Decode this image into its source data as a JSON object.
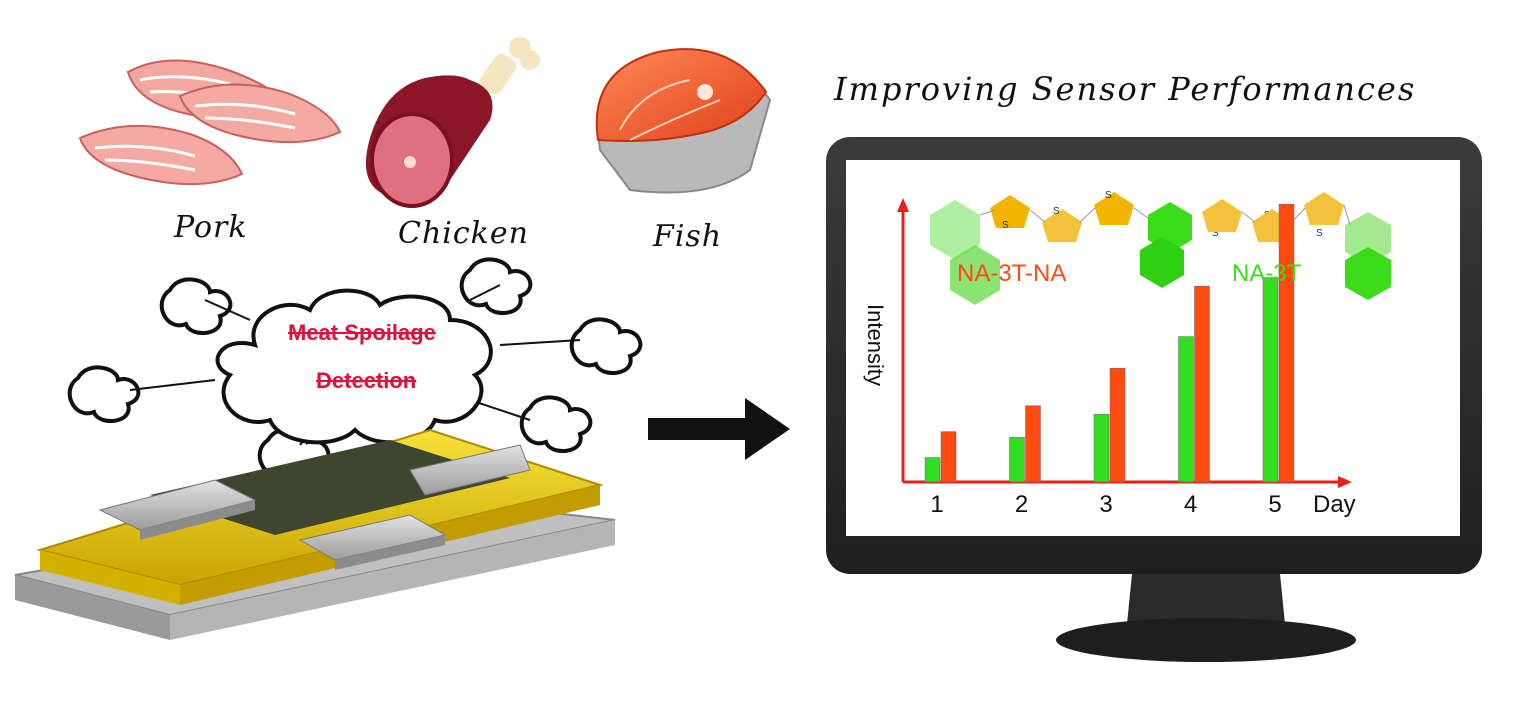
{
  "title": "Improving Sensor Performances",
  "meats": [
    {
      "label": "Pork",
      "icon": "pork-icon"
    },
    {
      "label": "Chicken",
      "icon": "chicken-leg-icon"
    },
    {
      "label": "Fish",
      "icon": "fish-steak-icon"
    }
  ],
  "cloud": {
    "line1": "Meat Spoilage",
    "line2": "Detection",
    "color": "#e0103a"
  },
  "molecules": [
    {
      "label": "NA-3T-NA",
      "color": "#ff4a12"
    },
    {
      "label": "NA-3T",
      "color": "#3ddc1a"
    }
  ],
  "colors": {
    "green": "#33dd22",
    "orange": "#ff4a12",
    "axis": "#e8201a",
    "gold": "#e8c200",
    "monitor": "#2e2e2e"
  },
  "chart_data": {
    "type": "bar",
    "categories": [
      "1",
      "2",
      "3",
      "4",
      "5"
    ],
    "xlabel": "Day",
    "ylabel": "Intensity",
    "series": [
      {
        "name": "NA-3T",
        "color": "#33dd22",
        "values": [
          17,
          31,
          47,
          101,
          142
        ]
      },
      {
        "name": "NA-3T-NA",
        "color": "#ff4a12",
        "values": [
          35,
          53,
          79,
          136,
          193
        ]
      }
    ],
    "ylim": [
      0,
      200
    ],
    "grid": false
  }
}
